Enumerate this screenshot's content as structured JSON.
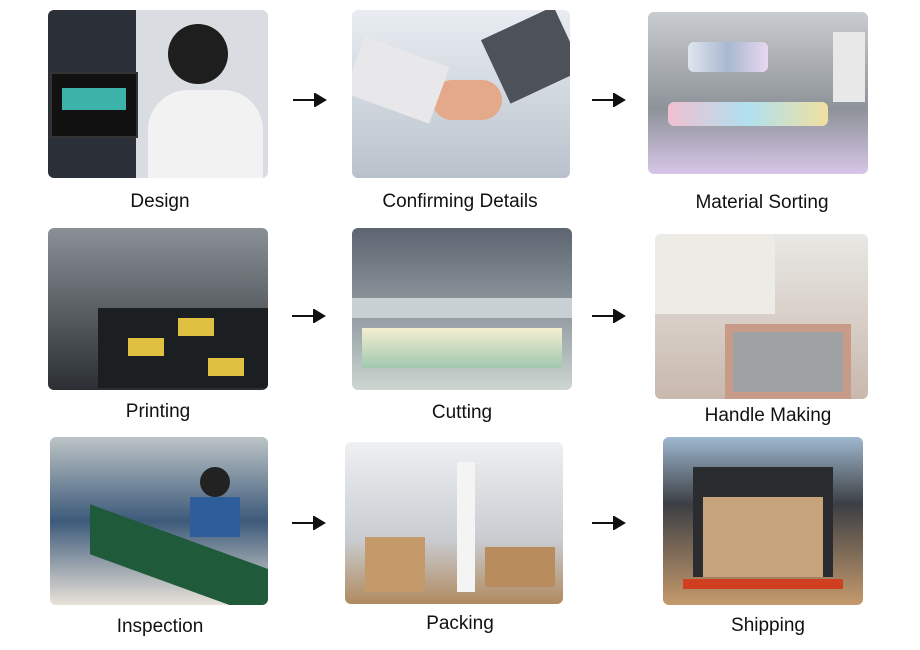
{
  "steps": [
    {
      "label": "Design"
    },
    {
      "label": "Confirming Details"
    },
    {
      "label": "Material Sorting"
    },
    {
      "label": "Printing"
    },
    {
      "label": "Cutting"
    },
    {
      "label": "Handle Making"
    },
    {
      "label": "Inspection"
    },
    {
      "label": "Packing"
    },
    {
      "label": "Shipping"
    }
  ],
  "icons": {
    "arrow": "arrow-right-icon"
  }
}
